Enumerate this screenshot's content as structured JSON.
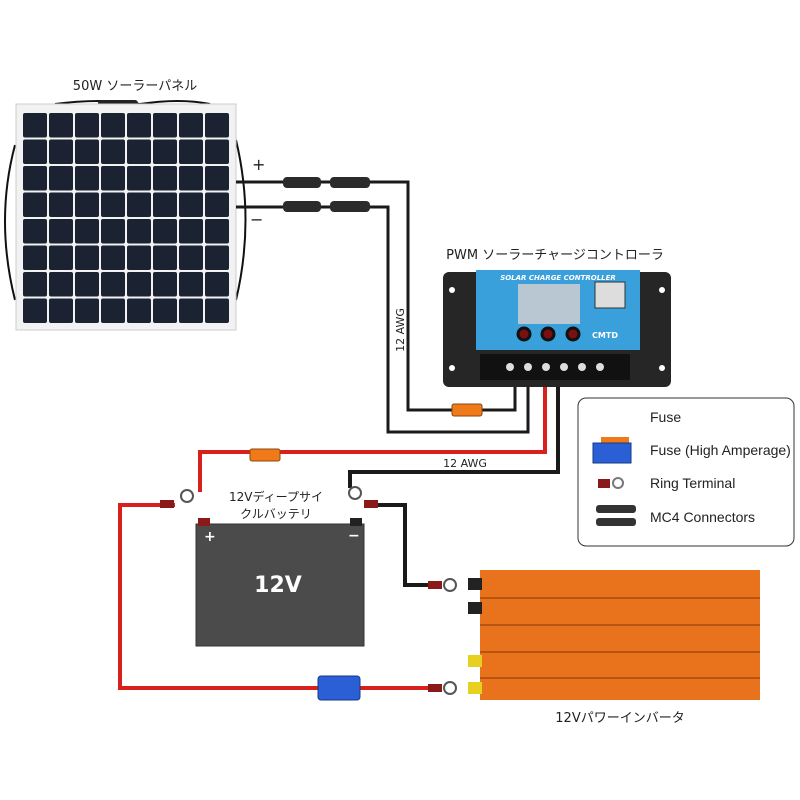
{
  "labels": {
    "solar_panel": "50W ソーラーパネル",
    "controller": "PWM ソーラーチャージコントローラ",
    "controller_face": "SOLAR CHARGE CONTROLLER",
    "controller_brand": "CMTD",
    "battery_line1": "12Vディープサイ",
    "battery_line2": "クルバッテリ",
    "battery_voltage": "12V",
    "battery_plus": "+",
    "battery_minus": "−",
    "panel_plus": "+",
    "panel_minus": "−",
    "inverter": "12Vパワーインバータ",
    "wire_gauge_vertical": "12 AWG",
    "wire_gauge_horizontal": "12 AWG"
  },
  "legend": {
    "items": [
      {
        "label": "Fuse",
        "icon": "fuse-icon"
      },
      {
        "label": "Fuse (High Amperage)",
        "icon": "high-amp-fuse-icon"
      },
      {
        "label": "Ring Terminal",
        "icon": "ring-terminal-icon"
      },
      {
        "label": "MC4 Connectors",
        "icon": "mc4-connector-icon"
      }
    ]
  },
  "colors": {
    "wire_red": "#d8201c",
    "wire_black": "#1a1a1a",
    "fuse_orange": "#f07a1a",
    "fuse_blue": "#2a5fd6",
    "controller_blue": "#3aa0dc",
    "battery": "#4b4b4b",
    "inverter": "#e8731c"
  }
}
